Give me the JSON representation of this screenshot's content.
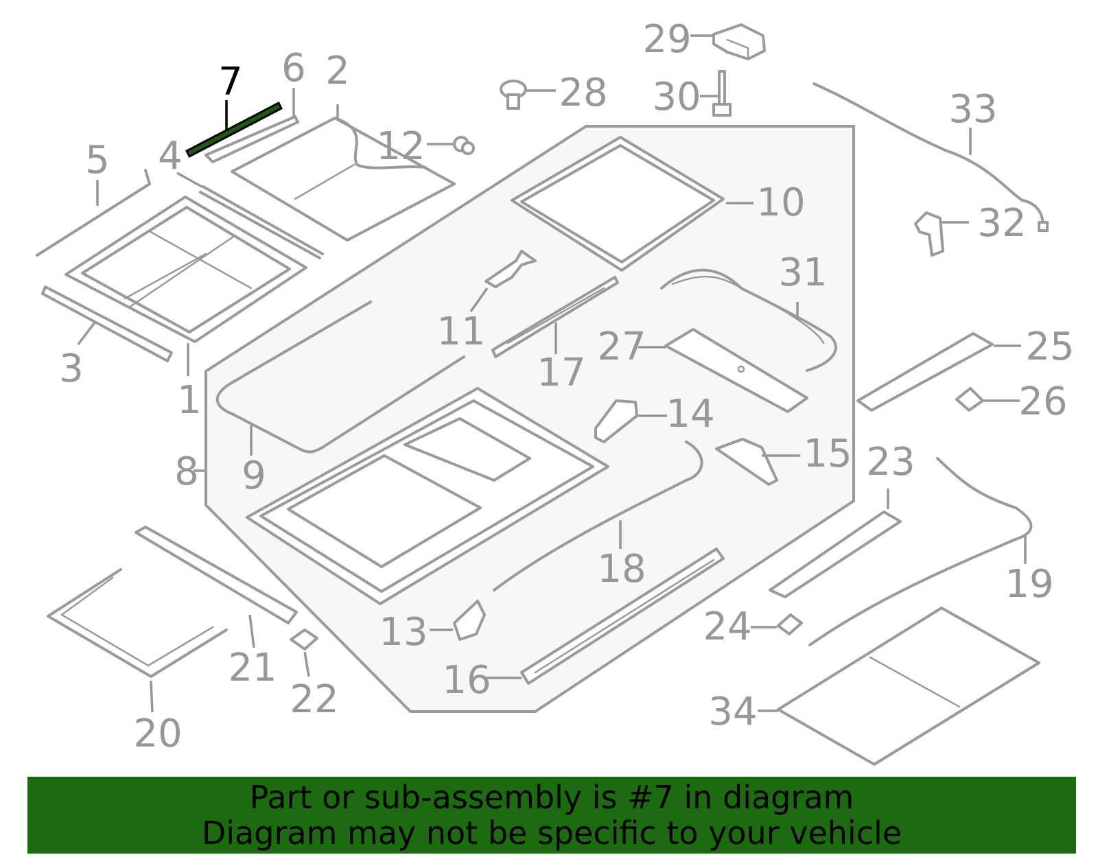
{
  "diagram": {
    "highlighted_part": "7",
    "colors": {
      "highlight_part": "#1f5a12",
      "banner": "#1d6b10",
      "lines": "#9a9a9a",
      "labels": "#979797"
    },
    "callouts": [
      {
        "num": "1"
      },
      {
        "num": "2"
      },
      {
        "num": "3"
      },
      {
        "num": "4"
      },
      {
        "num": "5"
      },
      {
        "num": "6"
      },
      {
        "num": "7"
      },
      {
        "num": "8"
      },
      {
        "num": "9"
      },
      {
        "num": "10"
      },
      {
        "num": "11"
      },
      {
        "num": "12"
      },
      {
        "num": "13"
      },
      {
        "num": "14"
      },
      {
        "num": "15"
      },
      {
        "num": "16"
      },
      {
        "num": "17"
      },
      {
        "num": "18"
      },
      {
        "num": "19"
      },
      {
        "num": "20"
      },
      {
        "num": "21"
      },
      {
        "num": "22"
      },
      {
        "num": "23"
      },
      {
        "num": "24"
      },
      {
        "num": "25"
      },
      {
        "num": "26"
      },
      {
        "num": "27"
      },
      {
        "num": "28"
      },
      {
        "num": "29"
      },
      {
        "num": "30"
      },
      {
        "num": "31"
      },
      {
        "num": "32"
      },
      {
        "num": "33"
      },
      {
        "num": "34"
      }
    ]
  },
  "banner": {
    "line1": "Part or sub-assembly is #7 in diagram",
    "line2": "Diagram may not be specific to your vehicle"
  }
}
